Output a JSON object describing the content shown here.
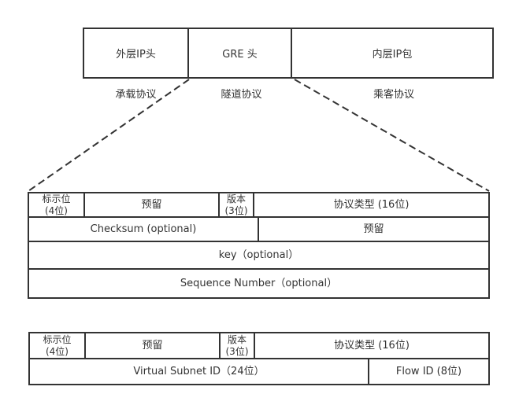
{
  "diagram": {
    "title_implicit": "GRE encapsulation and header format",
    "colors": {
      "line": "#333333",
      "text": "#333333",
      "background": "#ffffff"
    },
    "packet": {
      "segments": [
        {
          "label": "外层IP头",
          "caption": "承载协议"
        },
        {
          "label": "GRE 头",
          "caption": "隧道协议"
        },
        {
          "label": "内层IP包",
          "caption": "乘客协议"
        }
      ]
    },
    "gre_header": {
      "row1": {
        "flags": "标示位\n(4位)",
        "reserved": "预留",
        "version": "版本\n(3位)",
        "protocol_type": "协议类型 (16位)"
      },
      "row2": {
        "checksum": "Checksum (optional)",
        "reserved": "预留"
      },
      "row3": {
        "key": "key（optional）"
      },
      "row4": {
        "sequence_number": "Sequence Number（optional）"
      }
    },
    "nvgre_header": {
      "row1": {
        "flags": "标示位\n(4位)",
        "reserved": "预留",
        "version": "版本\n(3位)",
        "protocol_type": "协议类型 (16位)"
      },
      "row2": {
        "virtual_subnet_id": "Virtual Subnet ID（24位）",
        "flow_id": "Flow ID (8位)"
      }
    }
  }
}
